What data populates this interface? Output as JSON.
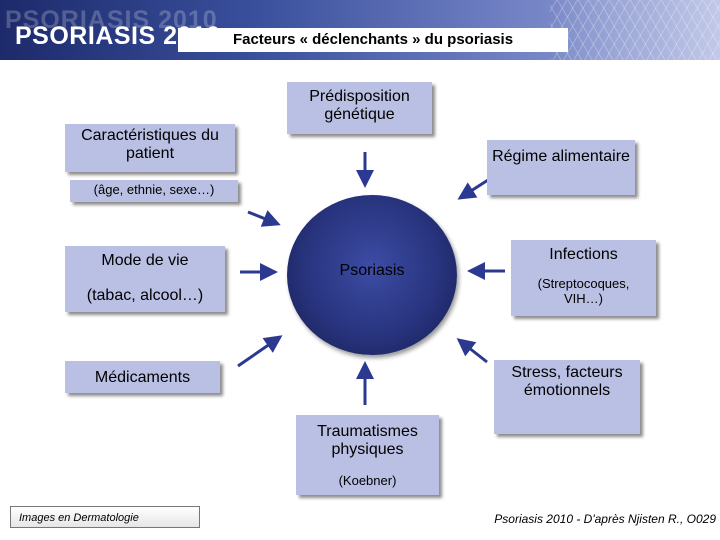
{
  "header": {
    "logo_text": "PSORIASIS 2010",
    "logo_ghost_text": "PSORIASIS 2010",
    "title": "Facteurs « déclenchants » du psoriasis"
  },
  "diagram": {
    "center": "Psoriasis",
    "factors": {
      "genetic": "Prédisposition génétique",
      "patient": "Caractéristiques du patient",
      "patient_detail": "(âge, ethnie, sexe…)",
      "diet": "Régime alimentaire",
      "lifestyle": "Mode de vie",
      "lifestyle_detail": "(tabac, alcool…)",
      "infections": "Infections",
      "infections_detail": "(Streptocoques, VIH…)",
      "drugs": "Médicaments",
      "trauma": "Traumatismes physiques",
      "trauma_detail": "(Koebner)",
      "stress": "Stress, facteurs émotionnels"
    },
    "colors": {
      "box": "#b9c0e3",
      "center": "#28347e",
      "arrow": "#2b3990"
    }
  },
  "footer": {
    "left": "Images en Dermatologie",
    "right": "Psoriasis 2010 - D'après Njisten R., O029"
  }
}
